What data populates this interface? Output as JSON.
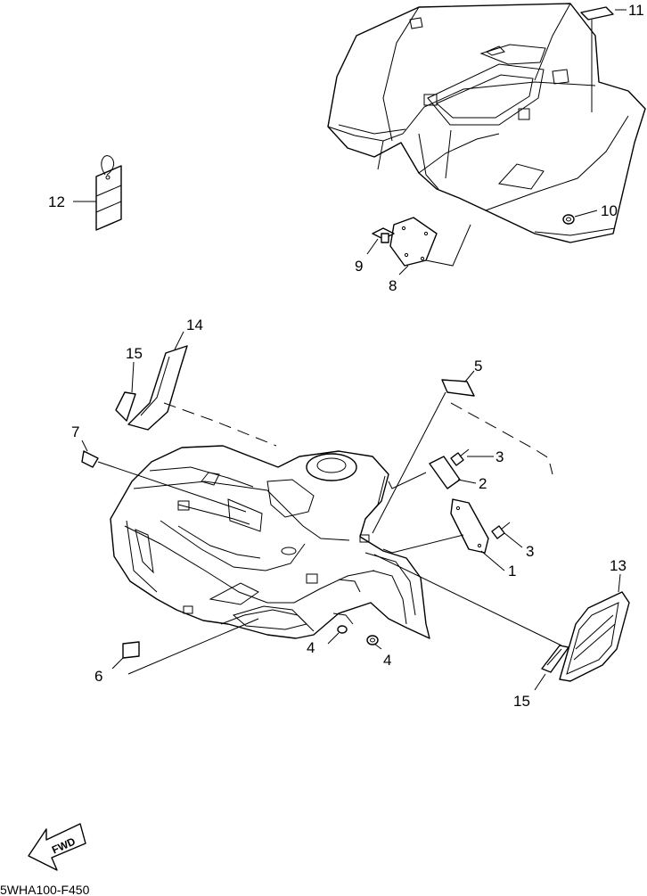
{
  "diagram": {
    "drawing_code": "5WHA100-F450",
    "direction_arrow_label": "FWD",
    "callouts": {
      "c1": "1",
      "c2": "2",
      "c3a": "3",
      "c3b": "3",
      "c4a": "4",
      "c4b": "4",
      "c5": "5",
      "c6": "6",
      "c7": "7",
      "c8": "8",
      "c9": "9",
      "c10": "10",
      "c11": "11",
      "c12": "12",
      "c13": "13",
      "c14": "14",
      "c15a": "15",
      "c15b": "15"
    },
    "colors": {
      "line": "#000000",
      "background": "#ffffff"
    }
  }
}
